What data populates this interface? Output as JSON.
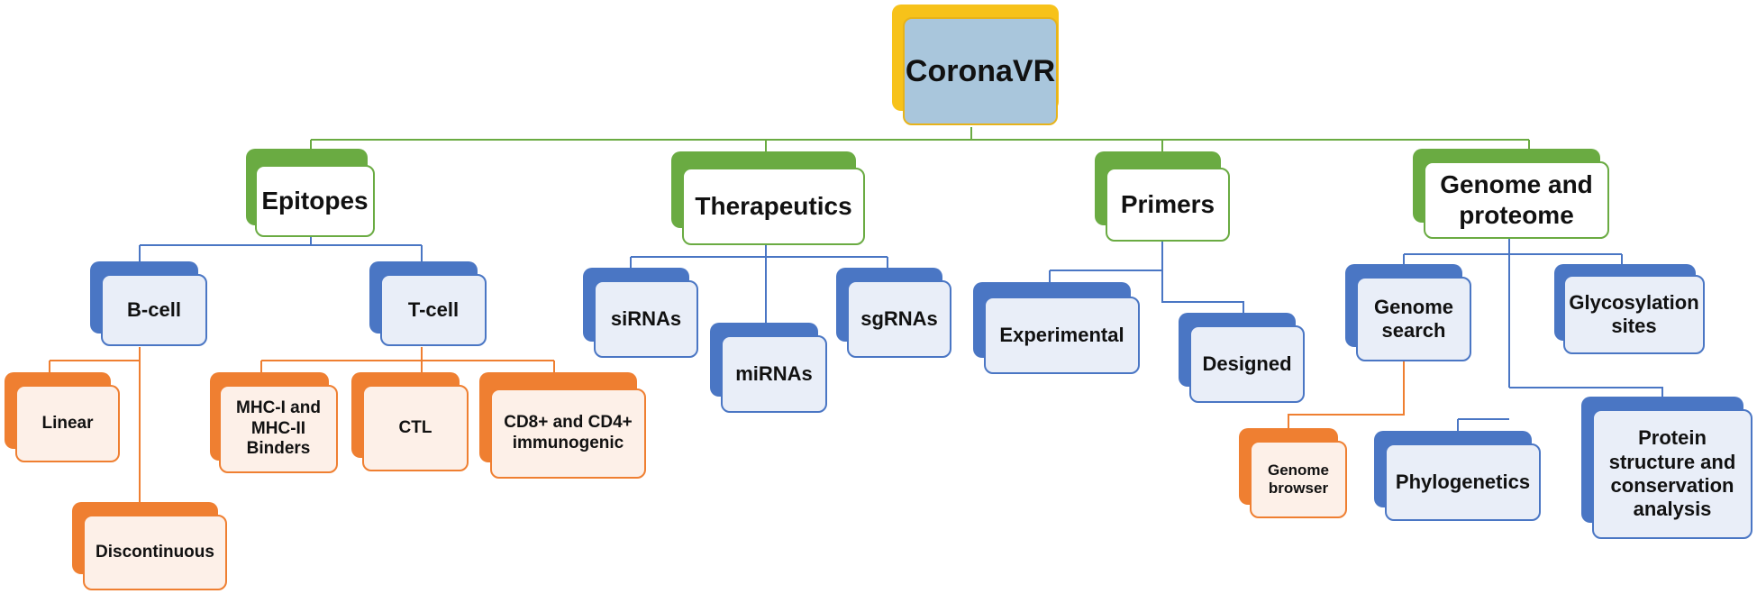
{
  "colors": {
    "root_back": "#f7c21a",
    "root_front": "#a9c6dc",
    "root_border": "#e7b31a",
    "green_back": "#6aab42",
    "green_front": "#ffffff",
    "green_border": "#6aab42",
    "blue_back": "#4a76c4",
    "blue_front": "#e9eef8",
    "blue_border": "#4a76c4",
    "orange_back": "#ef7f31",
    "orange_front": "#fdf0e8",
    "orange_border": "#ef7f31",
    "line_green": "#6aab42",
    "line_blue": "#4a76c4",
    "line_orange": "#ef7f31"
  },
  "root": {
    "label": "CoronaVR"
  },
  "categories": {
    "epitopes": "Epitopes",
    "therapeutics": "Therapeutics",
    "primers": "Primers",
    "genome": "Genome and proteome"
  },
  "epitopes": {
    "bcell": "B-cell",
    "tcell": "T-cell",
    "linear": "Linear",
    "discontinuous": "Discontinuous",
    "mhc": "MHC-I and MHC-II Binders",
    "ctl": "CTL",
    "cd": "CD8+ and CD4+ immunogenic"
  },
  "therapeutics": {
    "sirnas": "siRNAs",
    "mirnas": "miRNAs",
    "sgrnas": "sgRNAs"
  },
  "primers": {
    "experimental": "Experimental",
    "designed": "Designed"
  },
  "genome": {
    "search": "Genome search",
    "glyco": "Glycosylation sites",
    "browser": "Genome browser",
    "phylo": "Phylogenetics",
    "protein": "Protein structure and conservation analysis"
  }
}
